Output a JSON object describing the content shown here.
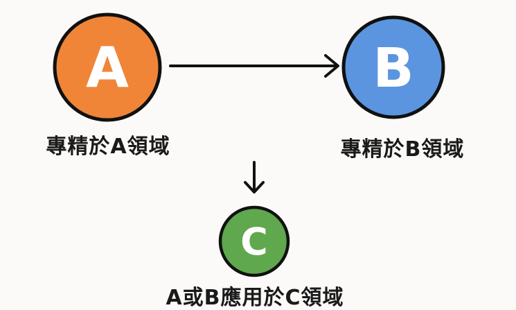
{
  "nodes": {
    "a": {
      "letter": "A",
      "caption": "專精於A領域",
      "color": "#f08538"
    },
    "b": {
      "letter": "B",
      "caption": "專精於B領域",
      "color": "#5b95e0"
    },
    "c": {
      "letter": "C",
      "caption": "A或B應用於C領域",
      "color": "#5fa84d"
    }
  },
  "stroke_color": "#111111",
  "edges": [
    {
      "from": "a",
      "to": "b",
      "kind": "arrow"
    },
    {
      "from": "a-b",
      "to": "c",
      "kind": "arrow"
    }
  ]
}
